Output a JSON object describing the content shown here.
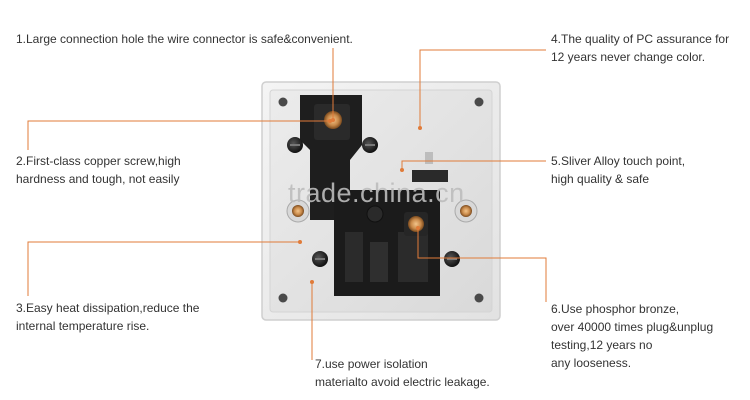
{
  "accent_color": "#e07b39",
  "watermark": "trade.china.cn",
  "callouts": [
    {
      "id": "c1",
      "lines": [
        "1.Large connection hole the wire connector is safe&convenient."
      ]
    },
    {
      "id": "c2",
      "lines": [
        "2.First-class copper screw,high",
        "hardness and tough, not easily"
      ]
    },
    {
      "id": "c3",
      "lines": [
        "3.Easy heat dissipation,reduce the",
        "internal temperature rise."
      ]
    },
    {
      "id": "c4",
      "lines": [
        "4.The quality of PC assurance for",
        "12 years never change color."
      ]
    },
    {
      "id": "c5",
      "lines": [
        "5.Sliver Alloy touch point,",
        "high quality & safe"
      ]
    },
    {
      "id": "c6",
      "lines": [
        "6.Use phosphor bronze,",
        "over 40000 times plug&unplug",
        "testing,12 years no",
        "any looseness."
      ]
    },
    {
      "id": "c7",
      "lines": [
        "7.use power isolation",
        "materialto avoid electric leakage."
      ]
    }
  ]
}
